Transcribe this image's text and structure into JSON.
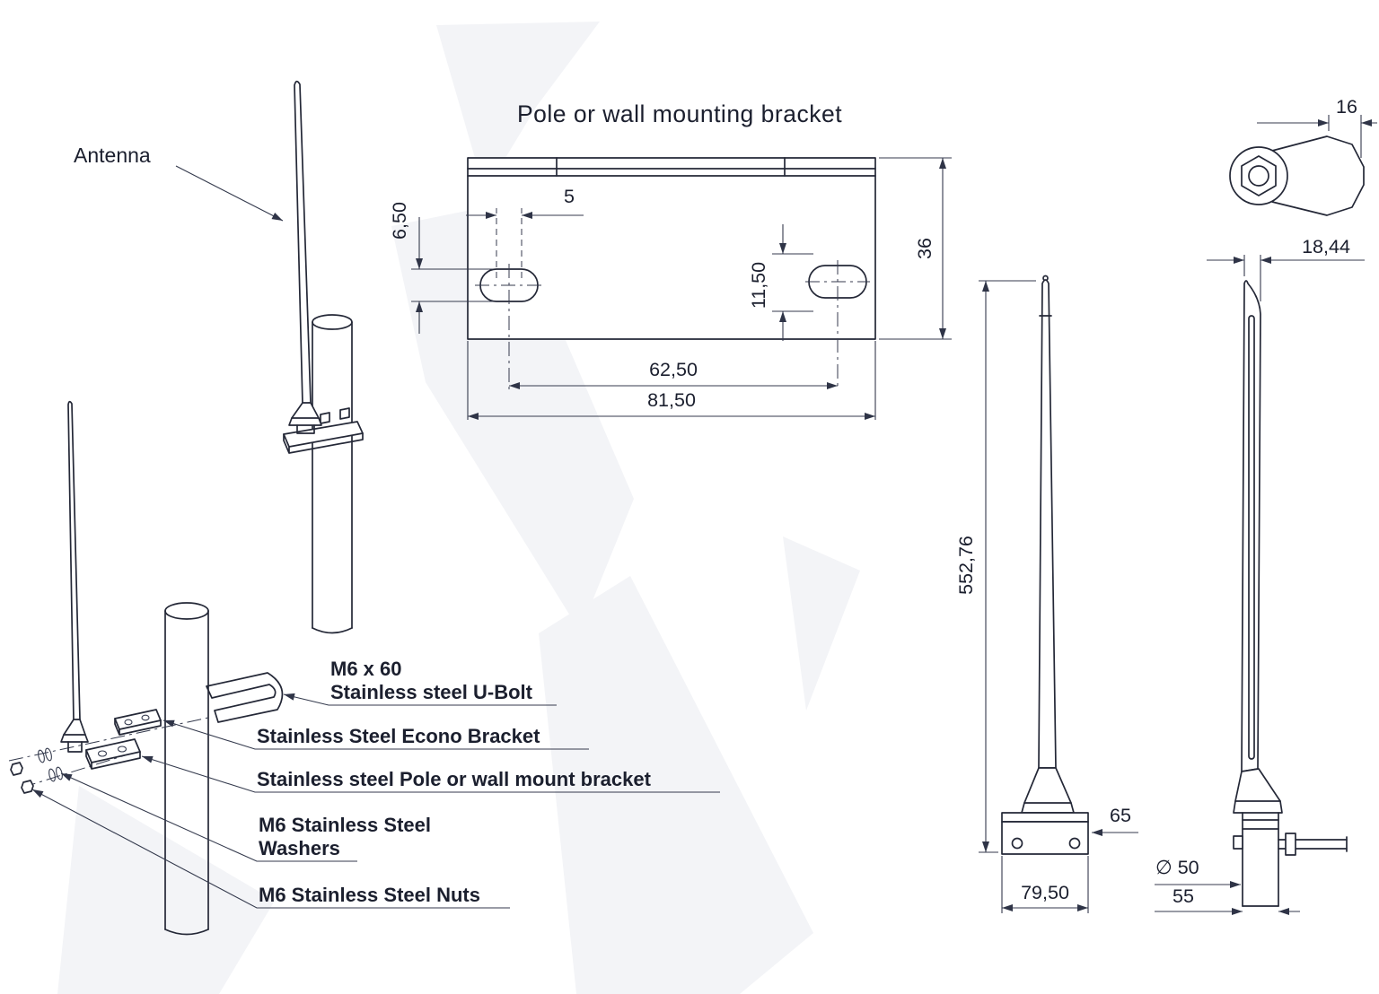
{
  "title": "Pole or wall mounting bracket",
  "callouts": {
    "antenna": "Antenna",
    "u_bolt_line1": "M6 x 60",
    "u_bolt_line2": "Stainless steel U-Bolt",
    "econo_bracket": "Stainless Steel Econo Bracket",
    "pole_wall_bracket": "Stainless steel Pole or wall mount bracket",
    "washers_line1": "M6 Stainless Steel",
    "washers_line2": "Washers",
    "nuts": "M6 Stainless Steel Nuts"
  },
  "dimensions": {
    "bracket_plate": {
      "slot_width": "6,50",
      "slot_elongation": "5",
      "slot_length": "11,50",
      "plate_height": "36",
      "hole_spacing": "62,50",
      "plate_width": "81,50"
    },
    "clamp_top_view": {
      "clamp_width": "16"
    },
    "antenna_front_view": {
      "overall_height": "552,76",
      "bracket_depth": "65",
      "base_width": "79,50"
    },
    "antenna_side_view": {
      "tip_width": "18,44",
      "pole_diameter": "∅ 50",
      "bracket_width": "55"
    }
  },
  "colors": {
    "object_line": "#242837",
    "dimension_line": "#343a4d",
    "text": "#1b1f2e",
    "background": "#ffffff",
    "watermark": "#f3f4f7"
  }
}
